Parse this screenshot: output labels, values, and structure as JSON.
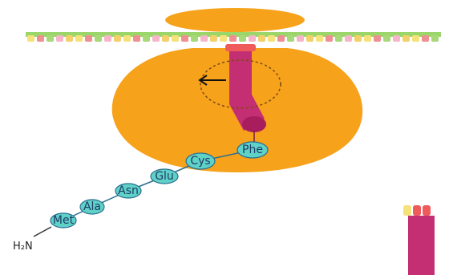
{
  "diagram": {
    "peptide_chain": [
      "Met",
      "Ala",
      "Asn",
      "Glu",
      "Cys",
      "Phe"
    ],
    "n_terminus_label": "H₂N",
    "colors": {
      "ribosome": "#f7a21b",
      "trna": "#c42e72",
      "amino_acid_fill": "#5fd2c8",
      "amino_acid_stroke": "#2a6e8f",
      "mrna_backbone": "#9bd66b",
      "codon_colors": [
        "#f6e27a",
        "#ef8f8f",
        "#a8d878",
        "#f4b6c8",
        "#f2d06b"
      ]
    }
  }
}
